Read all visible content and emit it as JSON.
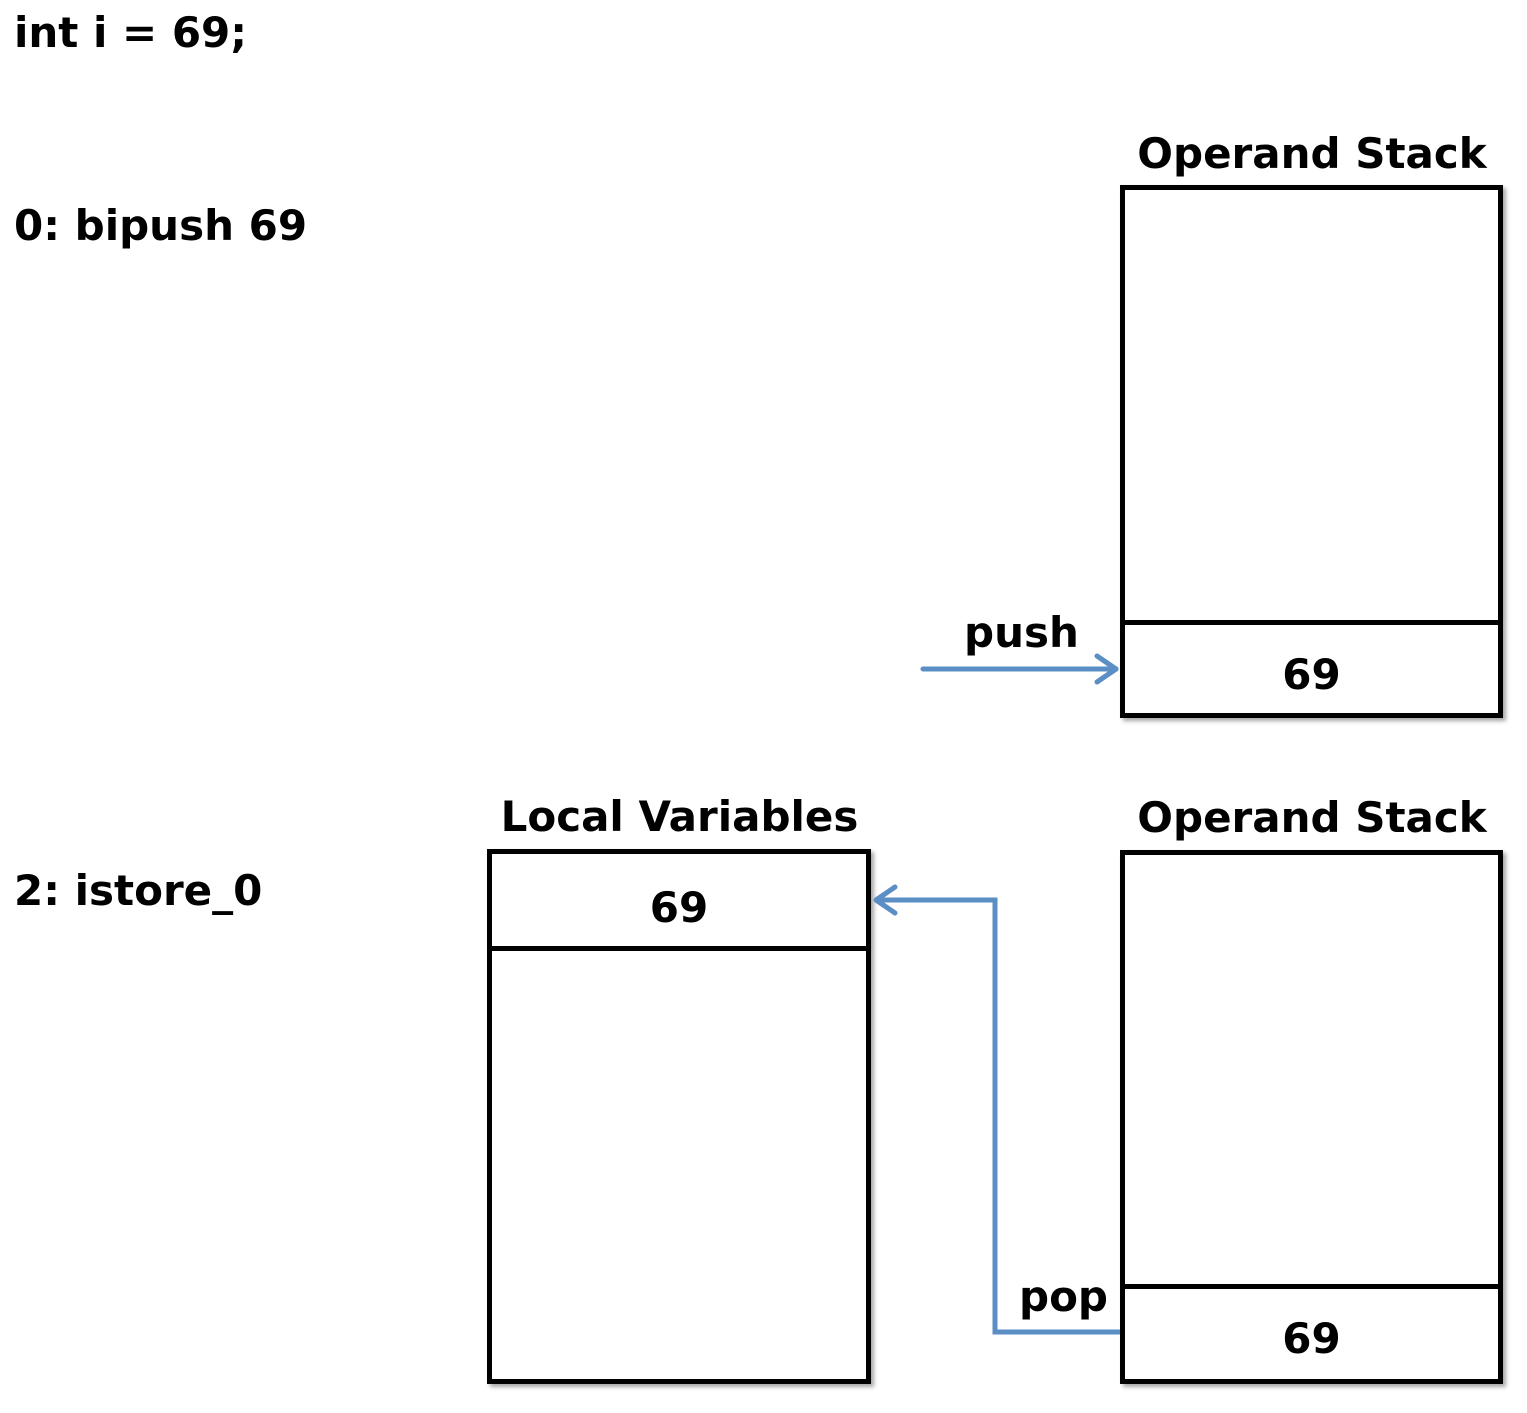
{
  "code": {
    "source_line": "int i = 69;",
    "instruction_0": "0: bipush 69",
    "instruction_2": "2: istore_0"
  },
  "step_push": {
    "operand_stack_title": "Operand Stack",
    "top_value": "69",
    "arrow_label": "push"
  },
  "step_store": {
    "local_variables_title": "Local Variables",
    "local_slot_0_value": "69",
    "operand_stack_title": "Operand Stack",
    "top_value": "69",
    "arrow_label": "pop"
  },
  "colors": {
    "arrow": "#5b8ec4",
    "outline": "#000000"
  }
}
